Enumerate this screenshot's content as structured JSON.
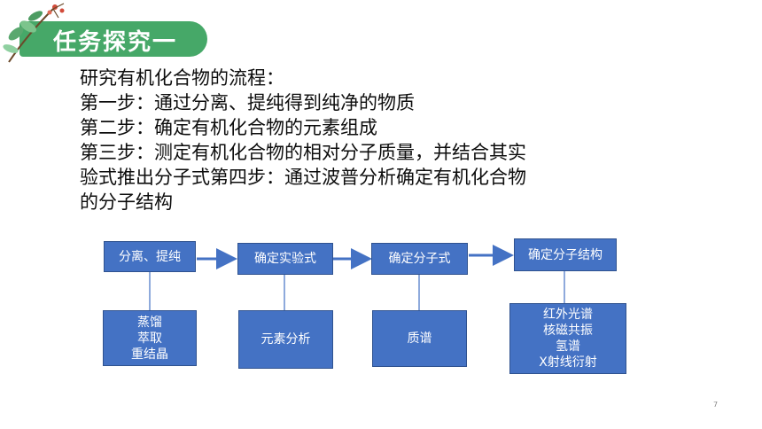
{
  "header": {
    "title": "任务探究一"
  },
  "body": {
    "lines": [
      "研究有机化合物的流程：",
      "第一步：通过分离、提纯得到纯净的物质",
      "第二步：确定有机化合物的元素组成",
      "第三步：测定有机化合物的相对分子质量，并结合其实",
      "验式推出分子式第四步：通过波普分析确定有机化合物",
      "的分子结构"
    ]
  },
  "flow": {
    "steps": [
      {
        "label": "分离、提纯",
        "details": [
          "蒸馏",
          "萃取",
          "重结晶"
        ]
      },
      {
        "label": "确定实验式",
        "details": [
          "元素分析"
        ]
      },
      {
        "label": "确定分子式",
        "details": [
          "质谱"
        ]
      },
      {
        "label": "确定分子结构",
        "details": [
          "红外光谱",
          "核磁共振",
          "氢谱",
          "X射线衍射"
        ]
      }
    ]
  },
  "colors": {
    "box_fill": "#4472c4",
    "banner": "#46a868"
  },
  "page_number": "7"
}
